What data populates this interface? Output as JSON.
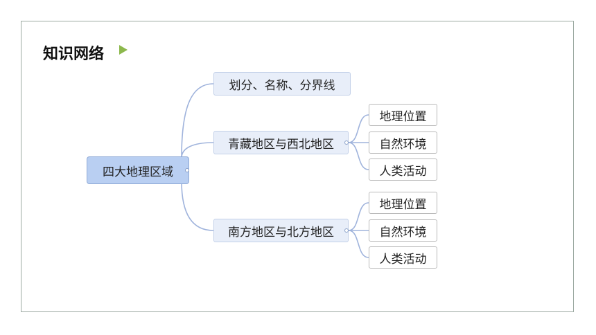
{
  "title": "知识网络",
  "root": {
    "label": "四大地理区域"
  },
  "branches": [
    {
      "label": "划分、名称、分界线",
      "children": []
    },
    {
      "label": "青藏地区与西北地区",
      "children": [
        "地理位置",
        "自然环境",
        "人类活动"
      ]
    },
    {
      "label": "南方地区与北方地区",
      "children": [
        "地理位置",
        "自然环境",
        "人类活动"
      ]
    }
  ]
}
